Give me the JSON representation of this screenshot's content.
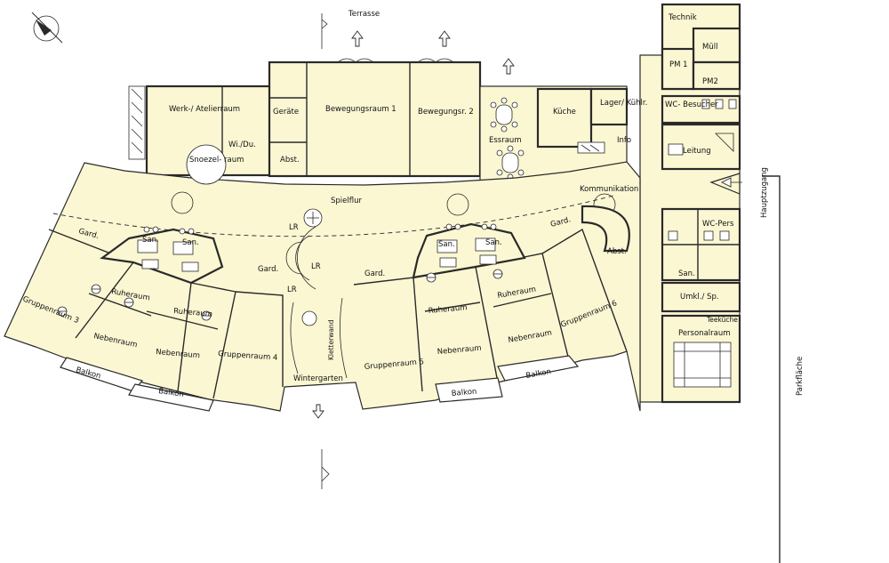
{
  "plan": {
    "outdoor": {
      "terrasse": "Terrasse",
      "hauptzugang": "Hauptzugang",
      "parkflaeche": "Parkfläche"
    },
    "rooms": {
      "werk_atelier": "Werk-/ Atelierraum",
      "geraete": "Geräte",
      "bewegungsraum1": "Bewegungsraum 1",
      "bewegungsraum2": "Bewegungsr. 2",
      "wi_du": "Wi./Du.",
      "snoezelraum": "Snoezel- raum",
      "abst_left": "Abst.",
      "essraum": "Essraum",
      "kueche": "Küche",
      "lager": "Lager/ Kühlr.",
      "info": "Info",
      "technik": "Technik",
      "muell": "Müll",
      "pm1": "PM 1",
      "pm2": "PM2",
      "wc_besucher": "WC- Besucher",
      "leitung": "Leitung",
      "kommunikation": "Kommunikation",
      "spielflur": "Spielflur",
      "wc_pers": "WC-Pers",
      "abst_right": "Abst.",
      "san_right": "San.",
      "umkl": "Umkl./ Sp.",
      "teekueche": "Teeküche",
      "personalraum": "Personalraum",
      "gard": "Gard.",
      "san": "San.",
      "lr": "LR",
      "ruheraum": "Ruheraum",
      "nebenraum": "Nebenraum",
      "gruppenraum3": "Gruppenraum 3",
      "gruppenraum4": "Gruppenraum 4",
      "gruppenraum5": "Gruppenraum 5",
      "gruppenraum6": "Gruppenraum 6",
      "wintergarten": "Wintergarten",
      "kletterwand": "Kletterwand",
      "balkon": "Balkon"
    }
  }
}
